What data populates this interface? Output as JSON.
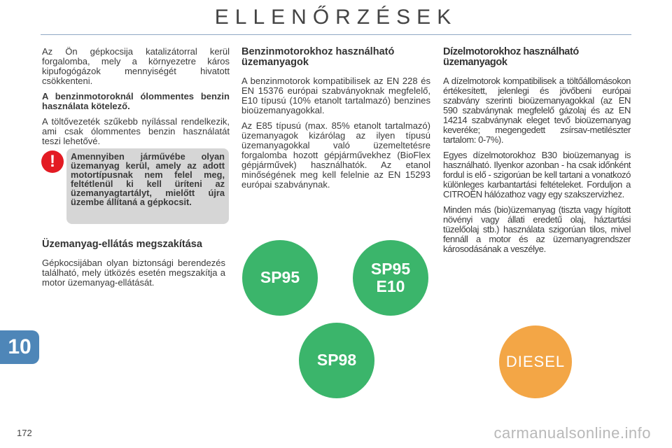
{
  "page": {
    "title": "ELLENŐRZÉSEK",
    "chapter": "10",
    "page_number": "172",
    "watermark": "carmanualsonline.info"
  },
  "col1": {
    "p1": "Az Ön gépkocsija katalizátorral kerül forgalomba, mely a környezetre káros kipufogógázok mennyiségét hivatott csökkenteni.",
    "p2": "A benzinmotoroknál ólommentes benzin használata kötelező.",
    "p3": "A töltővezeték szűkebb nyílással rendelkezik, ami csak ólommentes benzin használatát teszi lehetővé.",
    "warning_icon": "!",
    "warning": "Amennyiben járművébe olyan üzemanyag kerül, amely az adott motortípusnak nem felel meg, feltétlenül ki kell üríteni az üzemanyagtartályt, mielőtt újra üzembe állítaná a gépkocsit."
  },
  "supply": {
    "heading": "Üzemanyag-ellátás megszakítása",
    "text": "Gépkocsijában olyan biztonsági berendezés található, mely ütközés esetén megszakítja a motor üzemanyag-ellátását."
  },
  "col2": {
    "heading": "Benzinmotorokhoz használható üzemanyagok",
    "p1": "A benzinmotorok kompatibilisek az EN 228 és EN 15376 európai szabványoknak megfelelő, E10 típusú (10% etanolt tartalmazó) benzines bioüzemanyagokkal.",
    "p2": "Az E85 típusú (max. 85% etanolt tartalmazó) üzemanyagok kizárólag az ilyen típusú üzemanyagokkal való üzemeltetésre forgalomba hozott gépjárművekhez (BioFlex gépjárművek) használhatók. Az etanol minőségének meg kell felelnie az EN 15293 európai szabványnak."
  },
  "col3": {
    "heading": "Dízelmotorokhoz használható üzemanyagok",
    "p1": "A dízelmotorok kompatibilisek a töltőállomásokon értékesített, jelenlegi és jövőbeni európai szabvány szerinti bioüzemanyagokkal (az EN 590 szabványnak megfelelő gázolaj és az EN 14214 szabványnak eleget tevő bioüzemanyag keveréke; megengedett zsírsav-metilészter tartalom: 0-7%).",
    "p2": "Egyes dízelmotorokhoz B30 bioüzemanyag is használható. Ilyenkor azonban - ha csak időnként fordul is elő - szigorúan be kell tartani a vonatkozó különleges karbantartási feltételeket. Forduljon a CITROËN hálózathoz vagy egy szakszervizhez.",
    "p3": "Minden más (bio)üzemanyag (tiszta vagy hígított növényi vagy állati eredetű olaj, háztartási tüzelőolaj stb.) használata szigorúan tilos, mivel fennáll a motor és az üzemanyagrendszer károsodásának a veszélye."
  },
  "badges": {
    "sp95": "SP95",
    "sp95e10_line1": "SP95",
    "sp95e10_line2": "E10",
    "sp98": "SP98",
    "diesel": "DIESEL",
    "green_color": "#3bb56b",
    "orange_color": "#f3a646"
  }
}
